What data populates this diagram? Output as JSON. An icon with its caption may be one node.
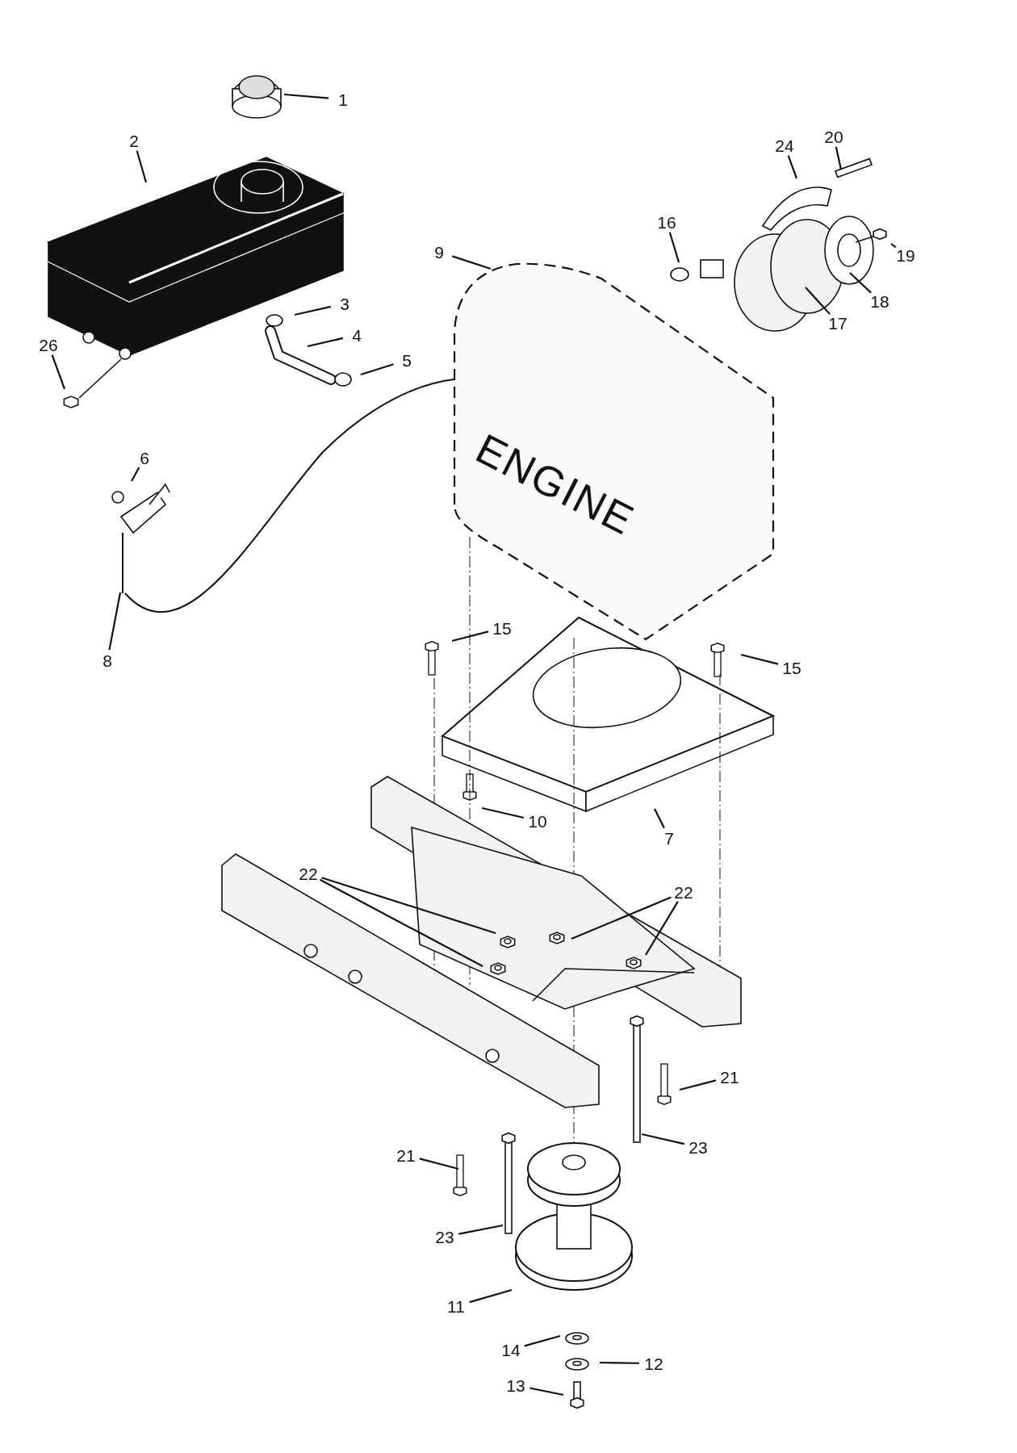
{
  "diagram": {
    "nodes": [
      {
        "text": [
          "1"
        ]
      },
      {
        "text": [
          "2"
        ]
      },
      {
        "text": [
          "24"
        ]
      },
      {
        "text": [
          "20"
        ]
      },
      {
        "text": [
          "16"
        ]
      },
      {
        "text": [
          "9"
        ]
      },
      {
        "text": [
          "19"
        ]
      },
      {
        "text": [
          "3"
        ]
      },
      {
        "text": [
          "18"
        ]
      },
      {
        "text": [
          "17"
        ]
      },
      {
        "text": [
          "4"
        ]
      },
      {
        "text": [
          "26"
        ]
      },
      {
        "text": [
          "5"
        ]
      },
      {
        "text": [
          "6"
        ]
      },
      {
        "text": [
          "ENGINE"
        ]
      },
      {
        "text": [
          "15"
        ]
      },
      {
        "text": [
          "15"
        ]
      },
      {
        "text": [
          "8"
        ]
      },
      {
        "text": [
          "10"
        ]
      },
      {
        "text": [
          "7"
        ]
      },
      {
        "text": [
          "22"
        ]
      },
      {
        "text": [
          "22"
        ]
      },
      {
        "text": [
          "21"
        ]
      },
      {
        "text": [
          "23"
        ]
      },
      {
        "text": [
          "21"
        ]
      },
      {
        "text": [
          "23"
        ]
      },
      {
        "text": [
          "11"
        ]
      },
      {
        "text": [
          "14"
        ]
      },
      {
        "text": [
          "12"
        ]
      },
      {
        "text": [
          "13"
        ]
      }
    ],
    "edges": [
      {
        "from": 0,
        "to": null,
        "arrow": "none"
      },
      {
        "from": 1,
        "to": null,
        "arrow": "none"
      },
      {
        "from": 2,
        "to": null,
        "arrow": "none"
      },
      {
        "from": 3,
        "to": null,
        "arrow": "none"
      },
      {
        "from": 4,
        "to": null,
        "arrow": "none"
      },
      {
        "from": 5,
        "to": 14,
        "arrow": "none"
      },
      {
        "from": 6,
        "to": null,
        "arrow": "none"
      },
      {
        "from": 7,
        "to": null,
        "arrow": "none"
      },
      {
        "from": 8,
        "to": null,
        "arrow": "none"
      },
      {
        "from": 9,
        "to": null,
        "arrow": "none"
      },
      {
        "from": 10,
        "to": null,
        "arrow": "none"
      },
      {
        "from": 11,
        "to": null,
        "arrow": "none"
      },
      {
        "from": 12,
        "to": null,
        "arrow": "none"
      },
      {
        "from": 13,
        "to": null,
        "arrow": "none"
      },
      {
        "from": 15,
        "to": null,
        "arrow": "none"
      },
      {
        "from": 16,
        "to": null,
        "arrow": "none"
      },
      {
        "from": 17,
        "to": null,
        "arrow": "none"
      },
      {
        "from": 18,
        "to": null,
        "arrow": "none"
      },
      {
        "from": 19,
        "to": null,
        "arrow": "none"
      },
      {
        "from": 20,
        "to": null,
        "arrow": "none"
      },
      {
        "from": 20,
        "to": null,
        "arrow": "none"
      },
      {
        "from": 21,
        "to": null,
        "arrow": "none"
      },
      {
        "from": 21,
        "to": null,
        "arrow": "none"
      },
      {
        "from": 22,
        "to": null,
        "arrow": "none"
      },
      {
        "from": 23,
        "to": null,
        "arrow": "none"
      },
      {
        "from": 24,
        "to": null,
        "arrow": "none"
      },
      {
        "from": 25,
        "to": null,
        "arrow": "none"
      },
      {
        "from": 26,
        "to": null,
        "arrow": "none"
      },
      {
        "from": 27,
        "to": null,
        "arrow": "none"
      },
      {
        "from": 28,
        "to": null,
        "arrow": "none"
      },
      {
        "from": 29,
        "to": null,
        "arrow": "none"
      }
    ]
  }
}
